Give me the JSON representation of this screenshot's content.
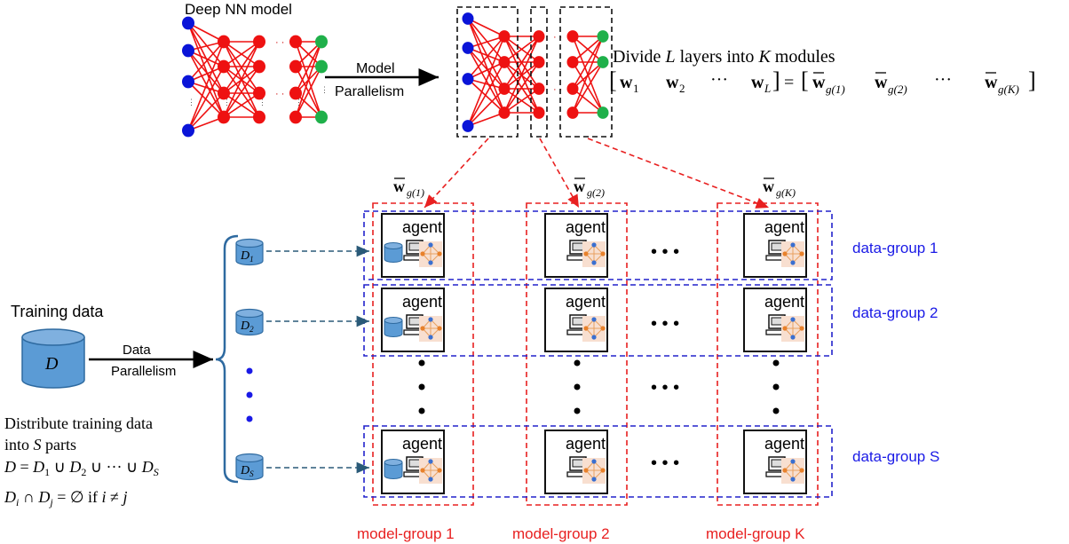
{
  "nn_model": {
    "title": "Deep NN model",
    "arrow_label_line1": "Model",
    "arrow_label_line2": "Parallelism",
    "divide_prefix": "Divide ",
    "divide_L": "L",
    "divide_mid": " layers into ",
    "divide_K": "K",
    "divide_suffix": " modules",
    "eq_w": "w",
    "eq_sub_1": "1",
    "eq_sub_2": "2",
    "eq_sub_L": "L",
    "eq_dots": "···",
    "eq_equals": "=",
    "eq_sub_g1": "g(1)",
    "eq_sub_g2": "g(2)",
    "eq_sub_gK": "g(K)"
  },
  "module_labels": [
    {
      "w": "w",
      "sub": "g(1)"
    },
    {
      "w": "w",
      "sub": "g(2)"
    },
    {
      "w": "w",
      "sub": "g(K)"
    }
  ],
  "agent_label": "agent",
  "grid_dots": "• • •",
  "data_groups": [
    "data-group 1",
    "data-group 2",
    "data-group S"
  ],
  "model_groups": [
    "model-group 1",
    "model-group 2",
    "model-group K"
  ],
  "training": {
    "title": "Training data",
    "symbol": "D",
    "arrow_label_line1": "Data",
    "arrow_label_line2": "Parallelism",
    "partitions": [
      {
        "symbol": "D",
        "sub": "1"
      },
      {
        "symbol": "D",
        "sub": "2"
      },
      {
        "symbol": "D",
        "sub": "S"
      }
    ]
  },
  "distribute_text": {
    "line1": "Distribute training data",
    "line2_prefix": "into ",
    "line2_var": "S",
    "line2_suffix": " parts",
    "eq_D": "D",
    "eq_equals": " = ",
    "eq_cup": " ∪ ",
    "eq_dots": " ··· ",
    "eq_sub_1": "1",
    "eq_sub_2": "2",
    "eq_sub_S": "S",
    "cond_D": "D",
    "cond_i": "i",
    "cond_j": "j",
    "cond_cap": " ∩ ",
    "cond_eq_empty": " = ∅ ",
    "cond_if": "if ",
    "cond_neq": " ≠ "
  },
  "colors": {
    "input_neuron": "#0a14d8",
    "hidden_neuron": "#ee1111",
    "output_neuron": "#1fb04a",
    "edge": "#ee1111",
    "model_group_border": "#e82020",
    "data_group_border": "#2222cc",
    "data_group_text": "#1a1ae6",
    "model_group_text": "#e82020",
    "cylinder_fill": "#5b9bd5",
    "cylinder_stroke": "#2e6aa0",
    "bracket": "#2e6aa0",
    "agent_panel": "#f8dfd0",
    "dashed_teal": "#2a5a78"
  },
  "icons": {
    "agent_icons": [
      "computer-icon",
      "network-graph-icon",
      "database-icon"
    ]
  }
}
